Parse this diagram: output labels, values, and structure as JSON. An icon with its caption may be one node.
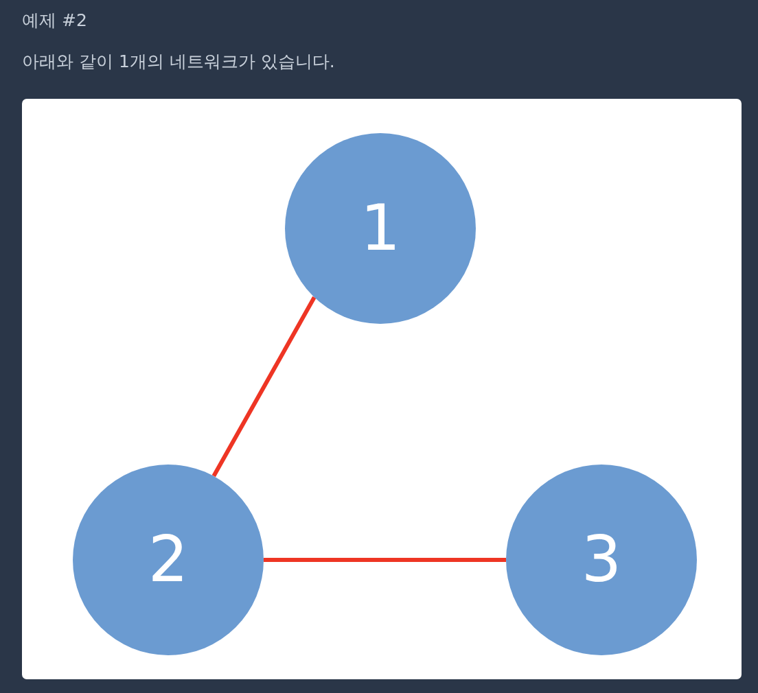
{
  "diagram": {
    "title": "예제 #2",
    "nodes": [
      {
        "text": [
          "1"
        ]
      },
      {
        "text": [
          "2"
        ]
      },
      {
        "text": [
          "3"
        ]
      }
    ],
    "edges": [
      {
        "from": 0,
        "to": 1,
        "arrow": "none"
      },
      {
        "from": 1,
        "to": 2,
        "arrow": "none"
      }
    ],
    "labels": [
      "아래와 같이 1개의 네트워크가 있습니다."
    ]
  }
}
